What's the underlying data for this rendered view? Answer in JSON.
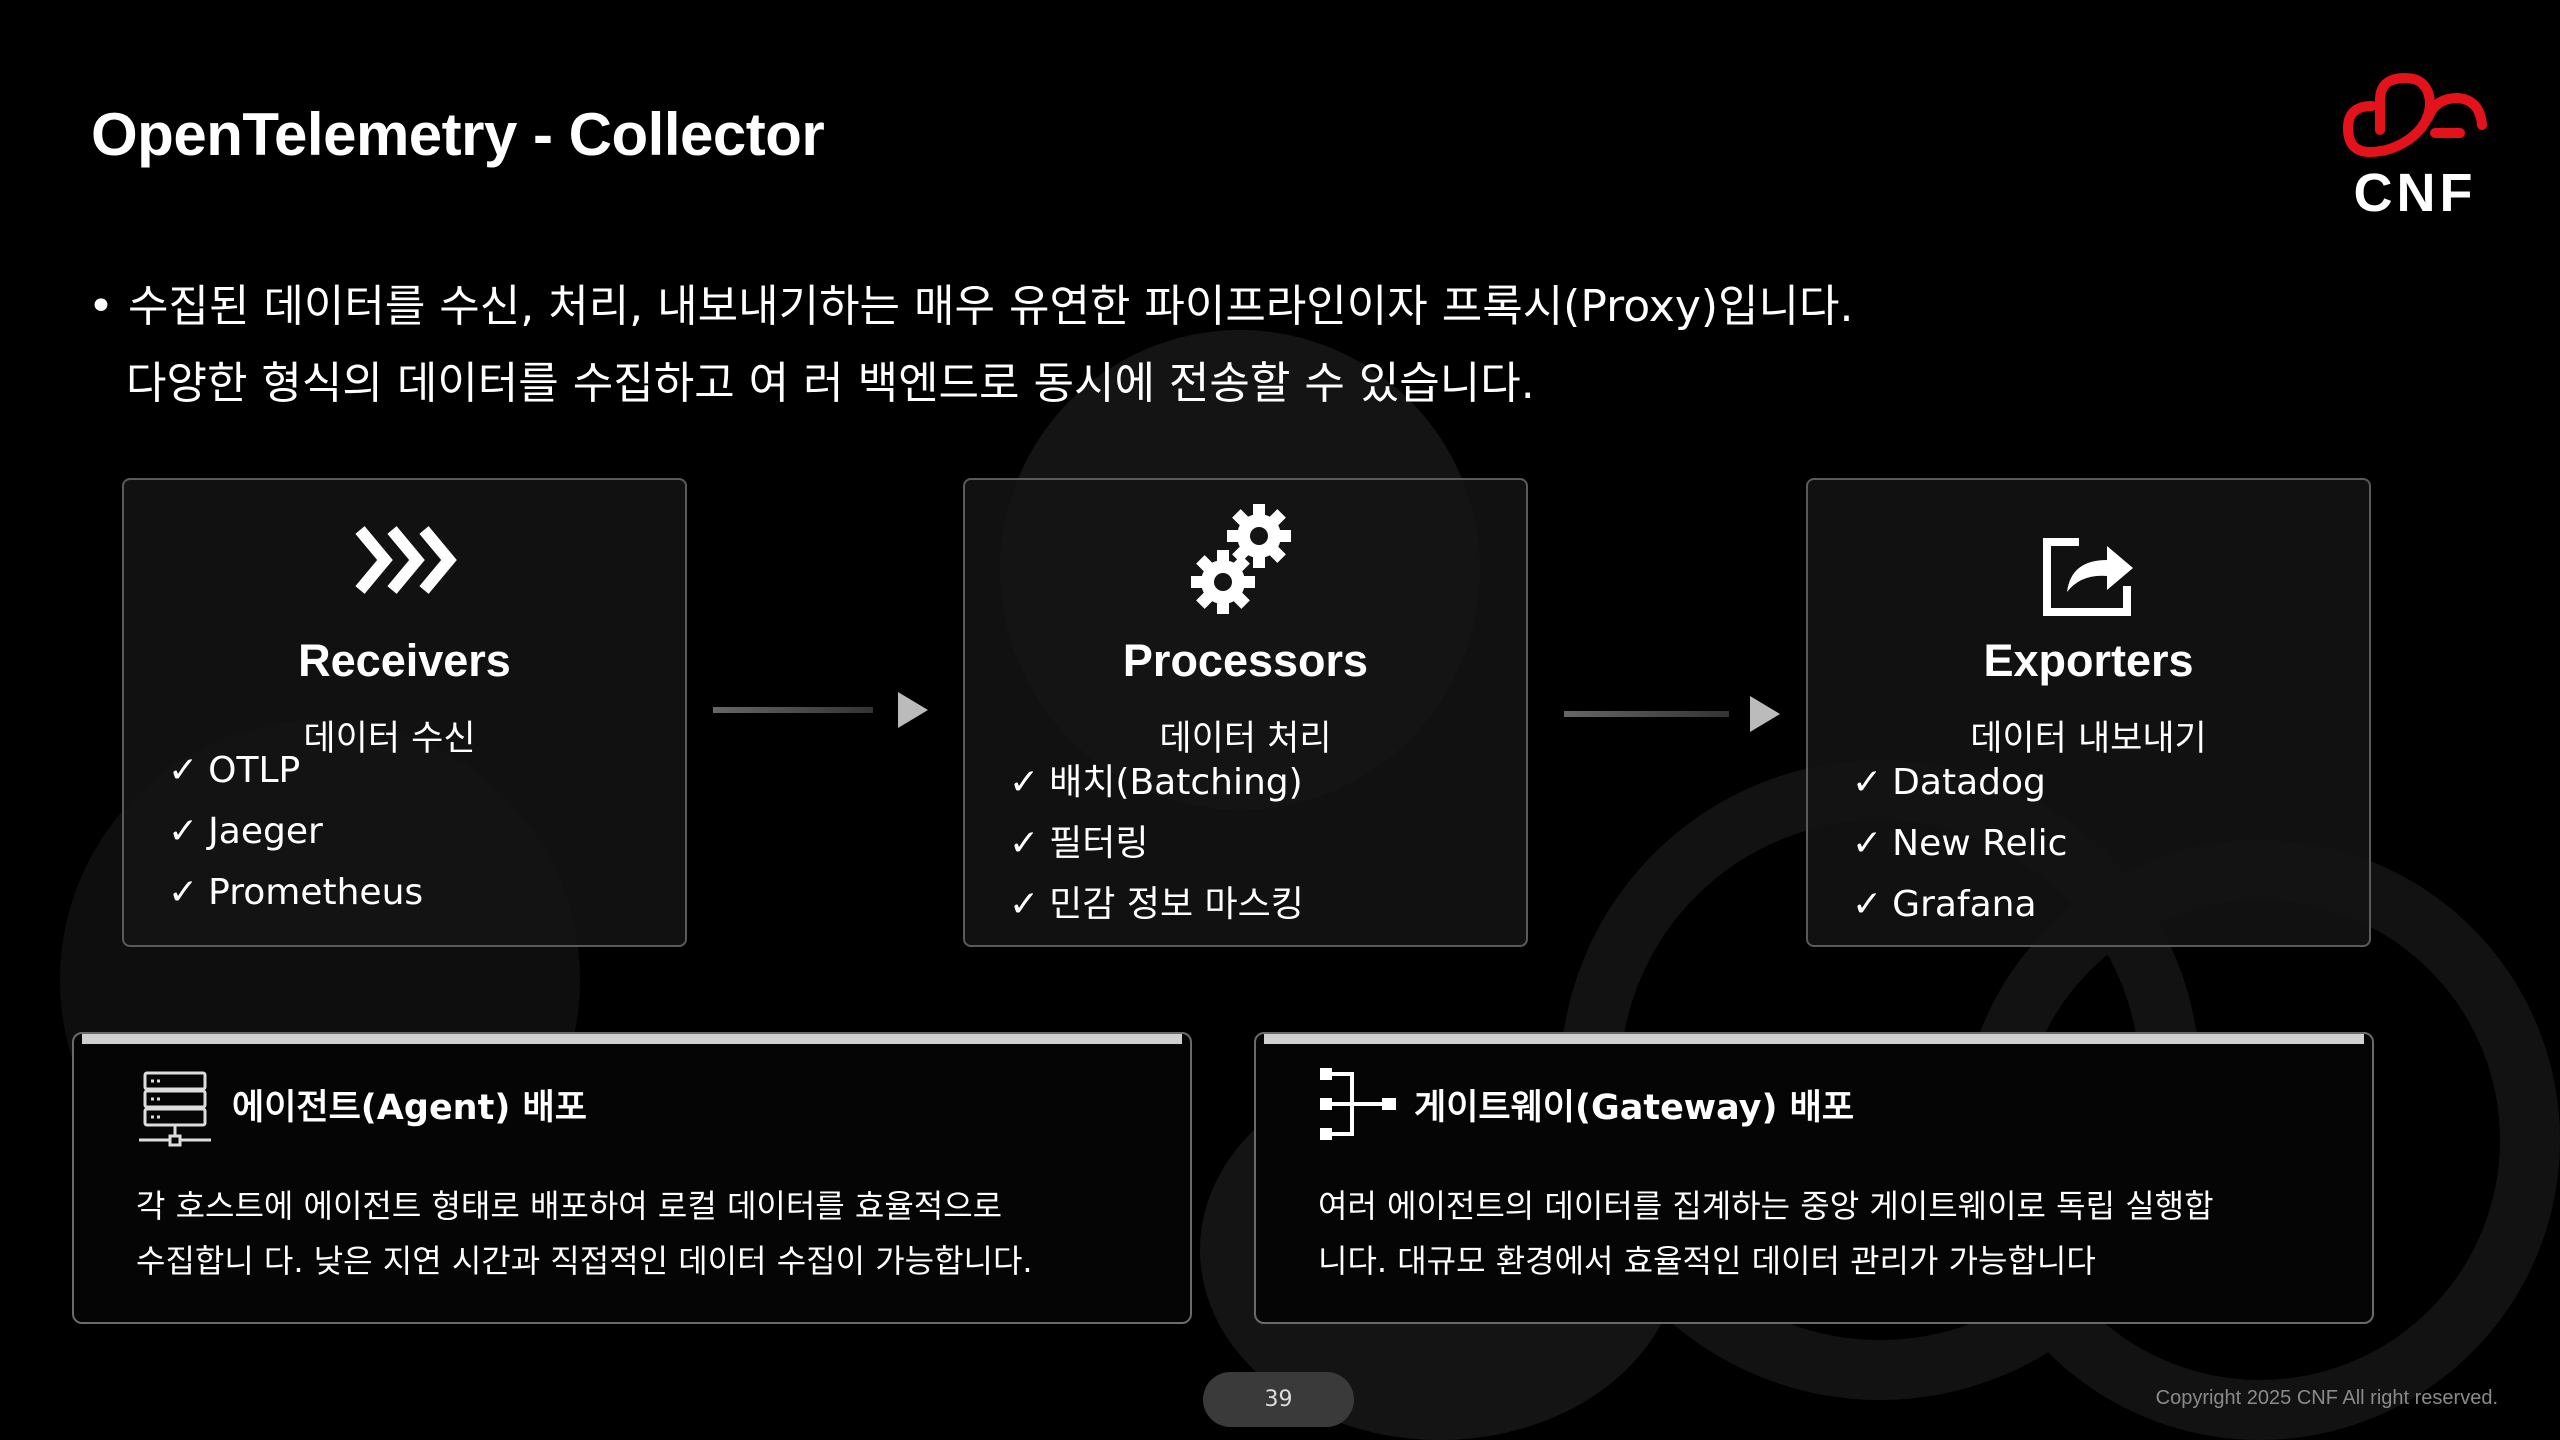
{
  "header": {
    "title": "OpenTelemetry - Collector",
    "logo_text": "CNF"
  },
  "intro": {
    "bullet": "•",
    "line1": "수집된 데이터를 수신, 처리, 내보내기하는 매우 유연한 파이프라인이자 프록시(Proxy)입니다.",
    "line2": "다양한 형식의 데이터를 수집하고 여 러 백엔드로 동시에 전송할 수 있습니다."
  },
  "cards": [
    {
      "icon": "chevrons-right-icon",
      "title": "Receivers",
      "subtitle": "데이터 수신",
      "items": [
        "OTLP",
        "Jaeger",
        "Prometheus"
      ]
    },
    {
      "icon": "gears-icon",
      "title": "Processors",
      "subtitle": "데이터 처리",
      "items": [
        "배치(Batching)",
        "필터링",
        "민감 정보 마스킹"
      ]
    },
    {
      "icon": "share-export-icon",
      "title": "Exporters",
      "subtitle": "데이터 내보내기",
      "items": [
        "Datadog",
        "New Relic",
        "Grafana"
      ]
    }
  ],
  "check": "✓",
  "deployments": [
    {
      "icon": "server-icon",
      "title": "에이전트(Agent) 배포",
      "line1": "각 호스트에 에이전트 형태로 배포하여 로컬 데이터를 효율적으로",
      "line2": "수집합니 다. 낮은 지연 시간과 직접적인 데이터 수집이 가능합니다."
    },
    {
      "icon": "gateway-icon",
      "title": "게이트웨이(Gateway) 배포",
      "line1": "여러 에이전트의 데이터를 집계하는 중앙 게이트웨이로 독립 실행합",
      "line2": "니다. 대규모 환경에서 효율적인 데이터 관리가 가능합니다"
    }
  ],
  "footer": {
    "page_number": "39",
    "copyright": "Copyright 2025 CNF All right reserved."
  },
  "colors": {
    "background": "#000000",
    "brand_red": "#e3121b",
    "card_border": "#5a5a5a"
  }
}
